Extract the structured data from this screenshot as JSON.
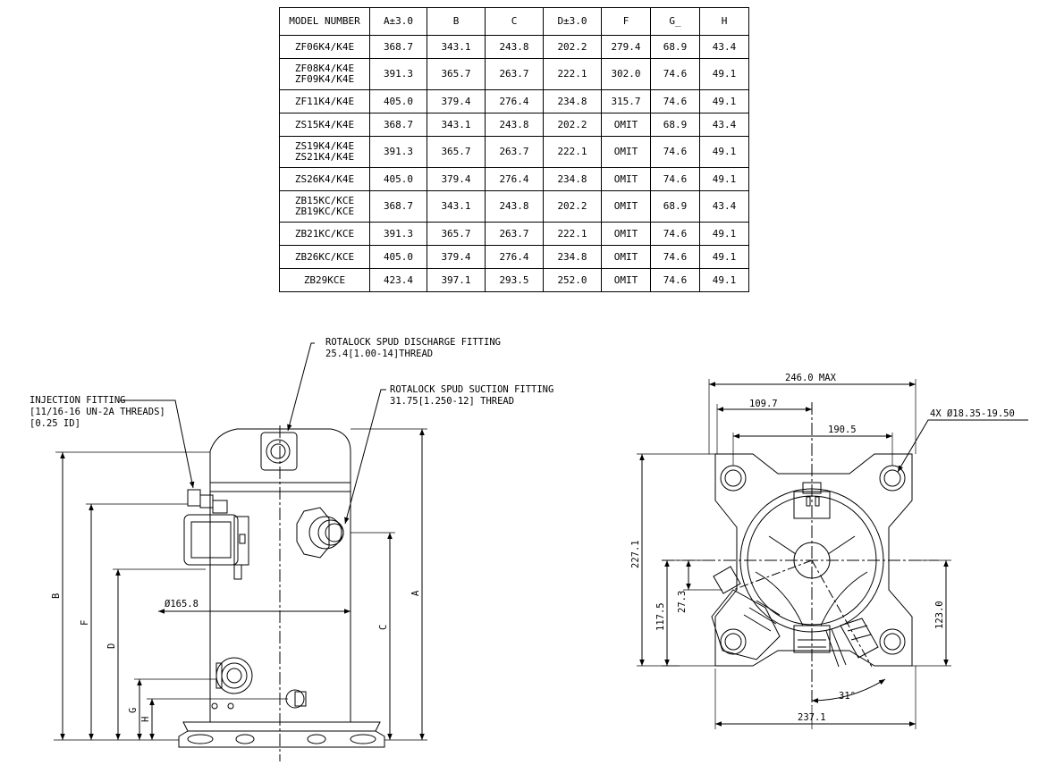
{
  "table": {
    "headers": [
      "MODEL NUMBER",
      "A±3.0",
      "B",
      "C",
      "D±3.0",
      "F",
      "G_",
      "H"
    ],
    "rows": [
      [
        "ZF06K4/K4E",
        "368.7",
        "343.1",
        "243.8",
        "202.2",
        "279.4",
        "68.9",
        "43.4"
      ],
      [
        "ZF08K4/K4E\nZF09K4/K4E",
        "391.3",
        "365.7",
        "263.7",
        "222.1",
        "302.0",
        "74.6",
        "49.1"
      ],
      [
        "ZF11K4/K4E",
        "405.0",
        "379.4",
        "276.4",
        "234.8",
        "315.7",
        "74.6",
        "49.1"
      ],
      [
        "ZS15K4/K4E",
        "368.7",
        "343.1",
        "243.8",
        "202.2",
        "OMIT",
        "68.9",
        "43.4"
      ],
      [
        "ZS19K4/K4E\nZS21K4/K4E",
        "391.3",
        "365.7",
        "263.7",
        "222.1",
        "OMIT",
        "74.6",
        "49.1"
      ],
      [
        "ZS26K4/K4E",
        "405.0",
        "379.4",
        "276.4",
        "234.8",
        "OMIT",
        "74.6",
        "49.1"
      ],
      [
        "ZB15KC/KCE\nZB19KC/KCE",
        "368.7",
        "343.1",
        "243.8",
        "202.2",
        "OMIT",
        "68.9",
        "43.4"
      ],
      [
        "ZB21KC/KCE",
        "391.3",
        "365.7",
        "263.7",
        "222.1",
        "OMIT",
        "74.6",
        "49.1"
      ],
      [
        "ZB26KC/KCE",
        "405.0",
        "379.4",
        "276.4",
        "234.8",
        "OMIT",
        "74.6",
        "49.1"
      ],
      [
        "ZB29KCE",
        "423.4",
        "397.1",
        "293.5",
        "252.0",
        "OMIT",
        "74.6",
        "49.1"
      ]
    ]
  },
  "side_view": {
    "discharge_label_1": "ROTALOCK SPUD DISCHARGE FITTING",
    "discharge_label_2": "25.4[1.00-14]THREAD",
    "suction_label_1": "ROTALOCK SPUD SUCTION FITTING",
    "suction_label_2": "31.75[1.250-12] THREAD",
    "injection_label_1": "INJECTION FITTING",
    "injection_label_2": "[11/16-16 UN-2A THREADS]",
    "injection_label_3": "[0.25 ID]",
    "diameter": "Ø165.8",
    "dim_b": "B",
    "dim_f": "F",
    "dim_d": "D",
    "dim_g": "G",
    "dim_h": "H",
    "dim_c": "C",
    "dim_a": "A"
  },
  "top_view": {
    "overall_width": "246.0 MAX",
    "dim_109_7": "109.7",
    "dim_190_5": "190.5",
    "holes": "4X Ø18.35-19.50",
    "dim_227_1": "227.1",
    "dim_117_5": "117.5",
    "dim_27_3": "27.3",
    "dim_123_0": "123.0",
    "angle": "31°",
    "dim_237_1": "237.1"
  }
}
